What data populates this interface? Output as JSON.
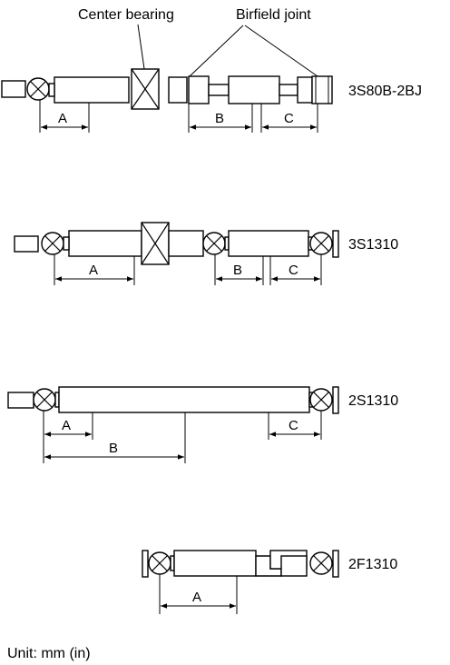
{
  "callouts": {
    "center_bearing": "Center bearing",
    "birfield_joint": "Birfield joint"
  },
  "shafts": [
    {
      "model": "3S80B-2BJ",
      "dims": [
        "A",
        "B",
        "C"
      ]
    },
    {
      "model": "3S1310",
      "dims": [
        "A",
        "B",
        "C"
      ]
    },
    {
      "model": "2S1310",
      "dims": [
        "A",
        "B",
        "C"
      ]
    },
    {
      "model": "2F1310",
      "dims": [
        "A"
      ]
    }
  ],
  "footer": {
    "unit": "Unit: mm (in)"
  }
}
